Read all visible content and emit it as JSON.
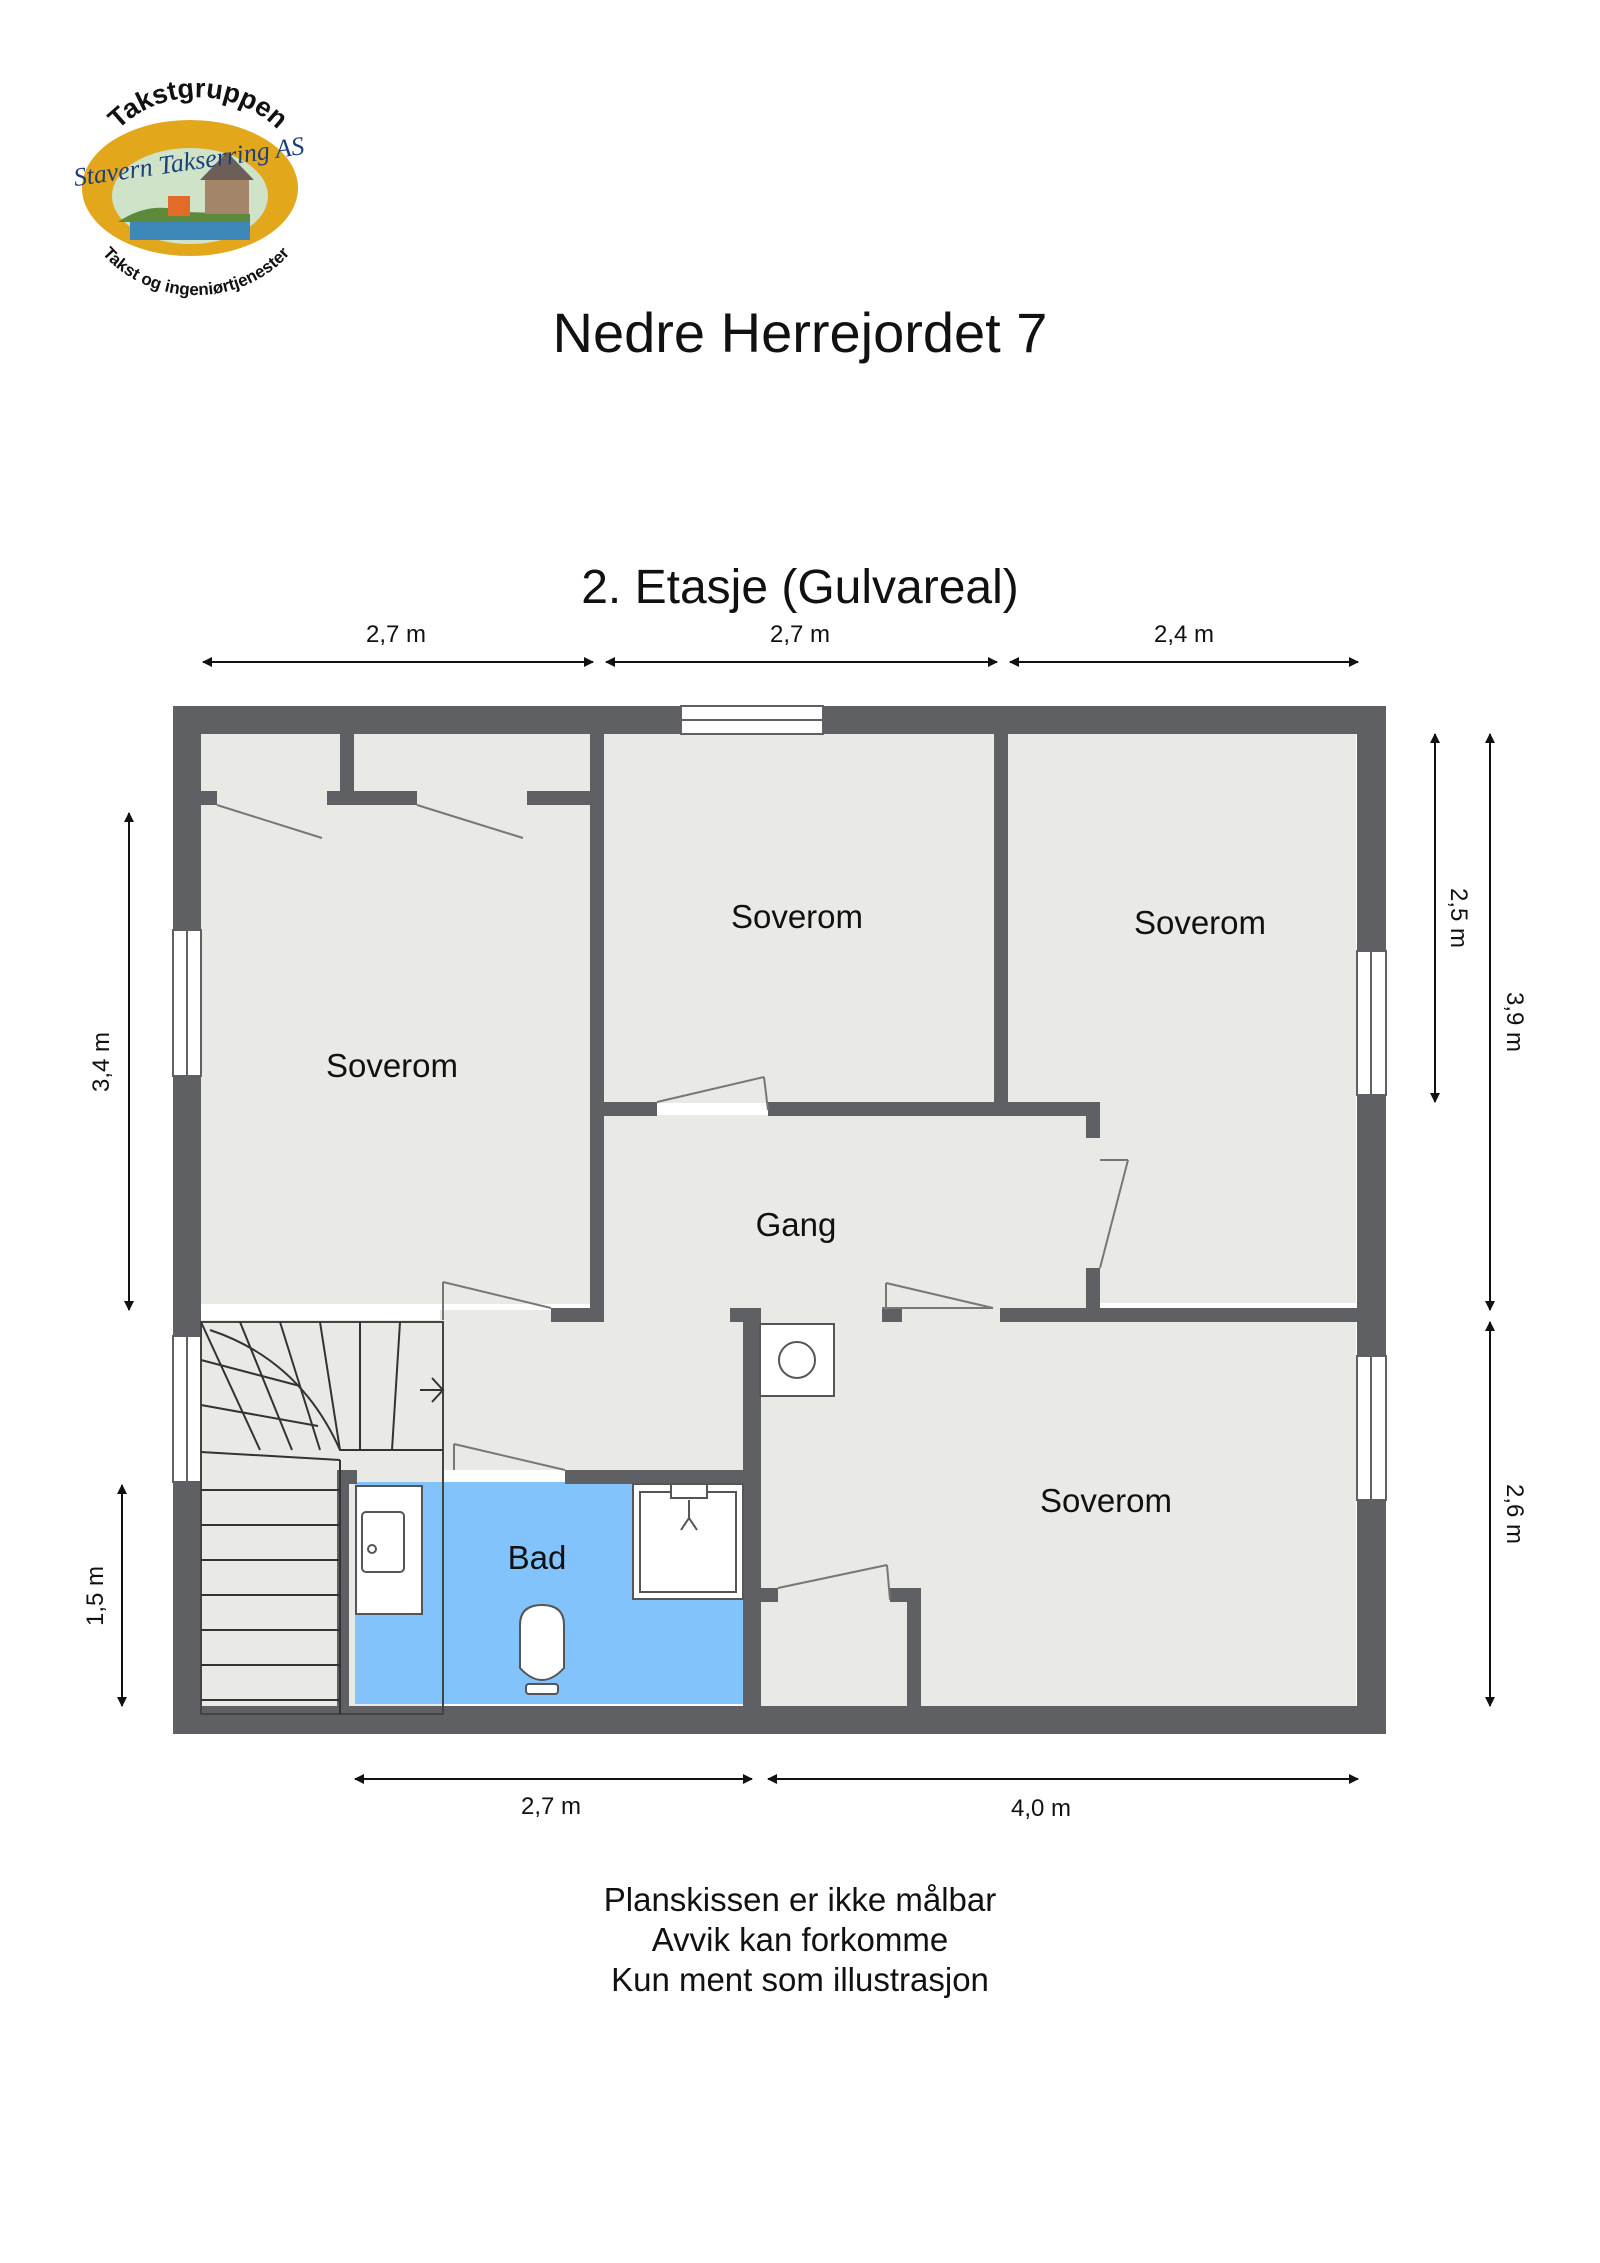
{
  "document": {
    "title": "Nedre Herrejordet 7",
    "floor_title": "2. Etasje (Gulvareal)"
  },
  "logo": {
    "top_text": "Takstgruppen",
    "company_text": "Stavern Takserring AS",
    "bottom_text": "Takst og ingeniørtjenester"
  },
  "rooms": {
    "bedroom_left": "Soverom",
    "bedroom_middle": "Soverom",
    "bedroom_right": "Soverom",
    "hallway": "Gang",
    "bathroom": "Bad",
    "bedroom_bottom": "Soverom"
  },
  "dimensions": {
    "top_1": "2,7 m",
    "top_2": "2,7 m",
    "top_3": "2,4 m",
    "left_upper": "3,4 m",
    "left_lower": "1,5 m",
    "right_inner": "2,5 m",
    "right_outer_upper": "3,9 m",
    "right_outer_lower": "2,6 m",
    "bottom_1": "2,7 m",
    "bottom_2": "4,0 m"
  },
  "notes": [
    "Planskissen er ikke målbar",
    "Avvik kan forkomme",
    "Kun ment som illustrasjon"
  ],
  "colors": {
    "wall": "#5f6063",
    "floor": "#e9e9e5",
    "bathroom_floor": "#82c3fb",
    "logo_gold": "#e3a71c"
  }
}
